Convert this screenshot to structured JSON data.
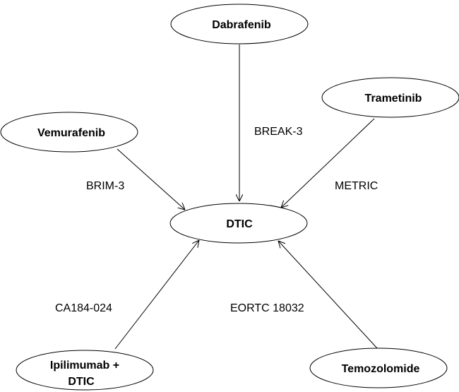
{
  "nodes": {
    "dabrafenib": "Dabrafenib",
    "trametinib": "Trametinib",
    "vemurafenib": "Vemurafenib",
    "dtic": "DTIC",
    "ipilimumab_line1": "Ipilimumab +",
    "ipilimumab_line2": "DTIC",
    "temozolomide": "Temozolomide"
  },
  "edges": {
    "brim3": "BRIM-3",
    "break3": "BREAK-3",
    "metric": "METRIC",
    "ca184": "CA184-024",
    "eortc": "EORTC 18032"
  },
  "colors": {
    "stroke": "#000000",
    "background": "#ffffff"
  }
}
